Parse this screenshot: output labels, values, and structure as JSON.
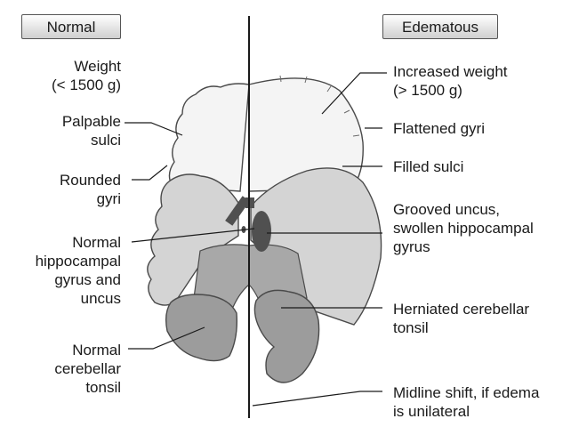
{
  "headers": {
    "normal": "Normal",
    "edematous": "Edematous"
  },
  "left_labels": {
    "weight": "Weight\n(< 1500 g)",
    "palpable_sulci": "Palpable\nsulci",
    "rounded_gyri": "Rounded\ngyri",
    "hippocampal": "Normal\nhippocampal\ngyrus and\nuncus",
    "cerebellar_tonsil": "Normal\ncerebellar\ntonsil"
  },
  "right_labels": {
    "increased_weight": "Increased weight\n(> 1500 g)",
    "flattened_gyri": "Flattened gyri",
    "filled_sulci": "Filled sulci",
    "grooved_uncus": "Grooved uncus,\nswollen hippocampal\ngyrus",
    "herniated_tonsil": "Herniated cerebellar\ntonsil",
    "midline_shift": "Midline shift, if edema\nis unilateral"
  },
  "colors": {
    "cerebrum": "#f4f4f4",
    "temporal": "#d4d4d4",
    "brainstem": "#a8a8a8",
    "tonsil": "#9c9c9c",
    "uncus_dark": "#505050",
    "outline": "#4a4a4a"
  }
}
